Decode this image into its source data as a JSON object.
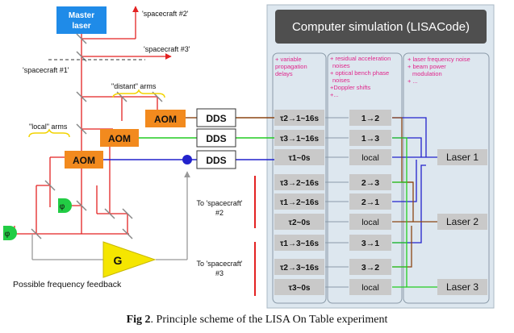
{
  "diagram": {
    "master_laser": [
      "Master",
      "laser"
    ],
    "spacecraft2_label": "'spacecraft #2'",
    "spacecraft3_label": "'spacecraft #3'",
    "spacecraft1_label": "'spacecraft #1'",
    "distant_arms_label": "\"distant\" arms",
    "local_arms_label": "\"local\" arms",
    "aom_label": "AOM",
    "dds_label": "DDS",
    "phi_label": "φ",
    "gain_label": "G",
    "feedback_label": "Possible frequency feedback",
    "to_sc2_label": [
      "To 'spacecraft'",
      "#2"
    ],
    "to_sc3_label": [
      "To 'spacecraft'",
      "#3"
    ],
    "sim_title": "Computer simulation (LISACode)",
    "col1_notes": [
      "+ variable",
      "propagation",
      "delays"
    ],
    "col2_notes": [
      "+ residual acceleration",
      "noises",
      "+ optical bench phase",
      "noises",
      "+Doppler shifts",
      "+..."
    ],
    "col3_notes": [
      "+ laser frequency noise",
      "+ beam power",
      "modulation",
      "+ ..."
    ],
    "delays": [
      "τ2→1~16s",
      "τ3→1~16s",
      "τ1~0s",
      "τ3→2~16s",
      "τ1→2~16s",
      "τ2~0s",
      "τ1→3~16s",
      "τ2→3~16s",
      "τ3~0s"
    ],
    "links": [
      "1→2",
      "1→3",
      "local",
      "2→3",
      "2→1",
      "local",
      "3→1",
      "3→2",
      "local"
    ],
    "lasers": [
      "Laser 1",
      "Laser 2",
      "Laser 3"
    ]
  },
  "caption": {
    "prefix": "Fig 2",
    "text": ". Principle scheme of the LISA On Table experiment"
  },
  "colors": {
    "brown": "#8b4513",
    "green": "#22cc22",
    "blue": "#2222cc",
    "red": "#e32222",
    "aom": "#f28a1e",
    "gain": "#f5e600",
    "master": "#1f8be8",
    "phi": "#22cc44",
    "panel": "#dde7ef",
    "sim_header": "#4f4f4f"
  }
}
